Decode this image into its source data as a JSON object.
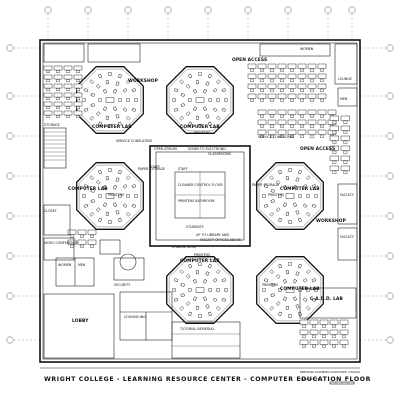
{
  "title": {
    "text": "WRIGHT COLLEGE  -  LEARNING RESOURCE CENTER  -  COMPUTER EDUCATION FLOOR"
  },
  "credit": {
    "firm": "BERTRAND GOLDBERG ASSOCIATES, CHICAGO",
    "scale": "SCALE IN FEET"
  },
  "labels": {
    "workshop_top": "WORKSHOP",
    "open_access_top": "OPEN ACCESS",
    "open_access_right": "OPEN ACCESS",
    "computer_lab_nw": "COMPUTER LAB",
    "computer_lab_n": "COMPUTER LAB",
    "computer_lab_w": "COMPUTER LAB",
    "computer_lab_e": "COMPUTER LAB",
    "computer_lab_sw": "COMPUTER LAB",
    "computer_lab_se": "COMPUTER LAB",
    "printers_n": "PRINTERS",
    "printers_w": "PRINTERS",
    "printers_e": "PRINTERS",
    "printers_s": "PRINTERS",
    "open_atrium": "OPEN ATRIUM",
    "down_to_electronic": "DOWN TO ELECTRONIC",
    "classrooms": "CLASSROOMS",
    "staff": "STAFF",
    "cleaner_control_floor": "CLEANER CONTROL FLOOR",
    "printers_bathroom": "PRINTERS  BATHROOM",
    "students": "STUDENTS",
    "up_to_library": "UP TO LIBRARY AND",
    "faculty_offices": "FACULTY OFFICES ABOVE",
    "change_desk": "CHARGE DESK",
    "service_consulting_w": "SERVICE CONSULTING",
    "service_consulting_e": "SERVICE CONSULTING",
    "paper_storage_w": "PAPER STORAGE",
    "paper_storage_e": "PAPER STORAGE",
    "workshop_right": "WORKSHOP",
    "storage": "STORAGE",
    "lobby": "LOBBY",
    "women": "WOMEN",
    "men": "MEN",
    "security": "SECURITY",
    "tutorial_remedial": "TUTORIAL-REMEDIAL",
    "counseling": "COUNSELING",
    "cad_lab": "C.A.D.D. LAB",
    "women_top": "WOMEN",
    "lounge": "LOUNGE",
    "men_right": "MEN",
    "faculty_right": "FACULTY",
    "faculty_right_2": "FACULTY",
    "closet": "CLOSET",
    "video_conf": "VIDEO CONFERENCE",
    "staff_s": "STAFF",
    "printers_sw": "PRINTERS"
  },
  "grid": {
    "top_bubbles": [
      "",
      "",
      "",
      "",
      "",
      "",
      "",
      "",
      ""
    ],
    "side_bubbles": [
      "",
      "",
      "",
      "",
      "",
      "",
      "",
      ""
    ]
  }
}
